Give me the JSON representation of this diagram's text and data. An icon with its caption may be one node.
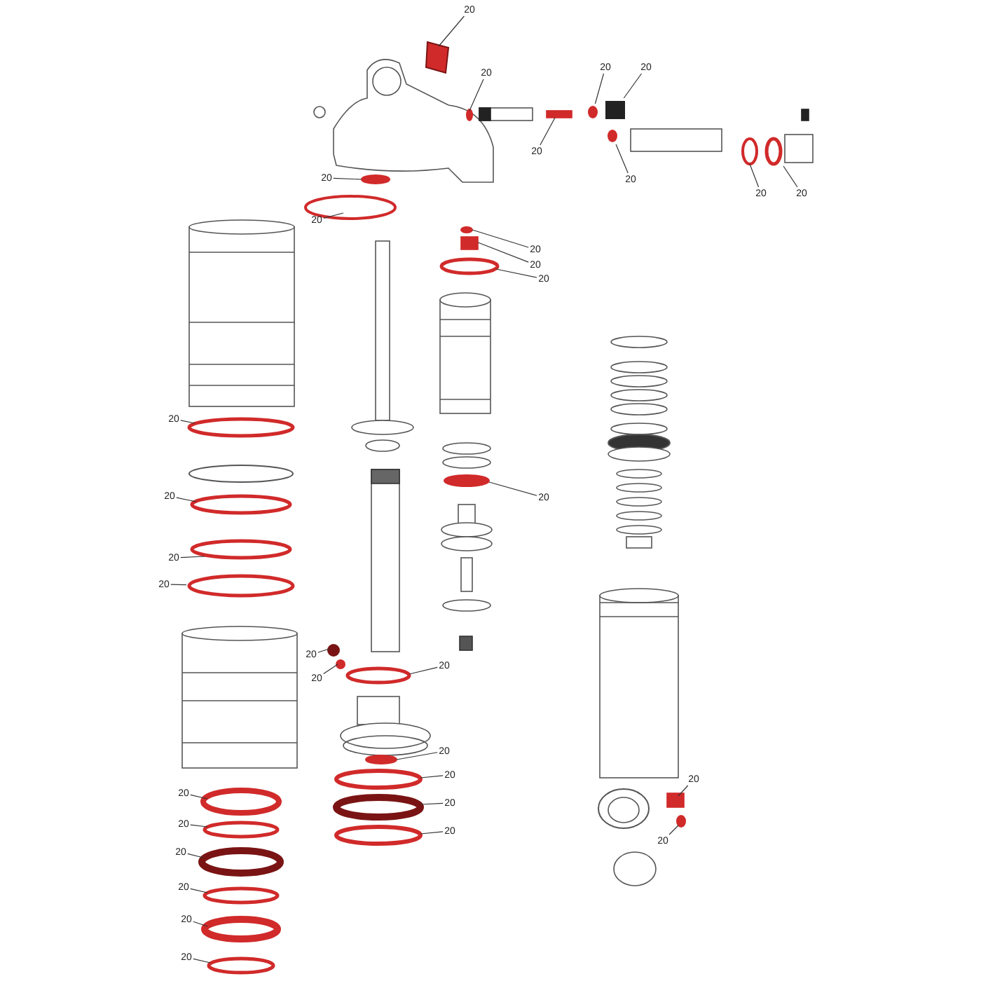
{
  "diagram": {
    "nodes": [
      {
        "text": [
          "20"
        ]
      },
      {
        "text": [
          "20"
        ]
      },
      {
        "text": [
          "20"
        ]
      },
      {
        "text": [
          "20"
        ]
      },
      {
        "text": [
          "20"
        ]
      },
      {
        "text": [
          "20"
        ]
      },
      {
        "text": [
          "20"
        ]
      },
      {
        "text": [
          "20"
        ]
      },
      {
        "text": [
          "20"
        ]
      },
      {
        "text": [
          "20"
        ]
      },
      {
        "text": [
          "20"
        ]
      },
      {
        "text": [
          "20"
        ]
      },
      {
        "text": [
          "20"
        ]
      },
      {
        "text": [
          "20"
        ]
      },
      {
        "text": [
          "20"
        ]
      },
      {
        "text": [
          "20"
        ]
      },
      {
        "text": [
          "20"
        ]
      },
      {
        "text": [
          "20"
        ]
      },
      {
        "text": [
          "20"
        ]
      },
      {
        "text": [
          "20"
        ]
      },
      {
        "text": [
          "20"
        ]
      },
      {
        "text": [
          "20"
        ]
      },
      {
        "text": [
          "20"
        ]
      },
      {
        "text": [
          "20"
        ]
      },
      {
        "text": [
          "20"
        ]
      },
      {
        "text": [
          "20"
        ]
      },
      {
        "text": [
          "20"
        ]
      },
      {
        "text": [
          "20"
        ]
      },
      {
        "text": [
          "20"
        ]
      },
      {
        "text": [
          "20"
        ]
      },
      {
        "text": [
          "20"
        ]
      },
      {
        "text": [
          "20"
        ]
      },
      {
        "text": [
          "20"
        ]
      },
      {
        "text": [],
        "shape": "box"
      },
      {
        "text": [],
        "shape": "circle"
      },
      {
        "text": [],
        "shape": "circle"
      },
      {
        "text": [],
        "shape": "circle"
      },
      {
        "text": [],
        "shape": "circle"
      }
    ],
    "edges": [
      {
        "from": 0,
        "to": null,
        "arrow": "none"
      },
      {
        "from": 1,
        "to": null,
        "arrow": "none"
      },
      {
        "from": 2,
        "to": 36,
        "arrow": "none"
      },
      {
        "from": 3,
        "to": 33,
        "arrow": "none"
      },
      {
        "from": 4,
        "to": null,
        "arrow": "none"
      },
      {
        "from": 5,
        "to": 37,
        "arrow": "none"
      },
      {
        "from": 6,
        "to": null,
        "arrow": "none"
      },
      {
        "from": 7,
        "to": 34,
        "arrow": "none"
      },
      {
        "from": 8,
        "to": null,
        "arrow": "none"
      },
      {
        "from": 9,
        "to": null,
        "arrow": "none"
      },
      {
        "from": 10,
        "to": null,
        "arrow": "none"
      },
      {
        "from": 11,
        "to": null,
        "arrow": "none"
      },
      {
        "from": 12,
        "to": null,
        "arrow": "none"
      },
      {
        "from": 13,
        "to": null,
        "arrow": "none"
      },
      {
        "from": 14,
        "to": null,
        "arrow": "none"
      },
      {
        "from": 15,
        "to": null,
        "arrow": "none"
      },
      {
        "from": 16,
        "to": null,
        "arrow": "none"
      },
      {
        "from": 17,
        "to": 35,
        "arrow": "none"
      },
      {
        "from": 18,
        "to": null,
        "arrow": "none"
      },
      {
        "from": 19,
        "to": null,
        "arrow": "none"
      },
      {
        "from": 20,
        "to": null,
        "arrow": "none"
      },
      {
        "from": 21,
        "to": null,
        "arrow": "none"
      },
      {
        "from": 22,
        "to": null,
        "arrow": "none"
      },
      {
        "from": 23,
        "to": null,
        "arrow": "none"
      },
      {
        "from": 24,
        "to": null,
        "arrow": "none"
      },
      {
        "from": 25,
        "to": null,
        "arrow": "none"
      },
      {
        "from": 26,
        "to": null,
        "arrow": "none"
      },
      {
        "from": 27,
        "to": null,
        "arrow": "none"
      },
      {
        "from": 28,
        "to": null,
        "arrow": "none"
      },
      {
        "from": 29,
        "to": null,
        "arrow": "none"
      },
      {
        "from": 30,
        "to": null,
        "arrow": "none"
      },
      {
        "from": 31,
        "to": null,
        "arrow": "none"
      },
      {
        "from": 32,
        "to": null,
        "arrow": "none"
      }
    ]
  }
}
